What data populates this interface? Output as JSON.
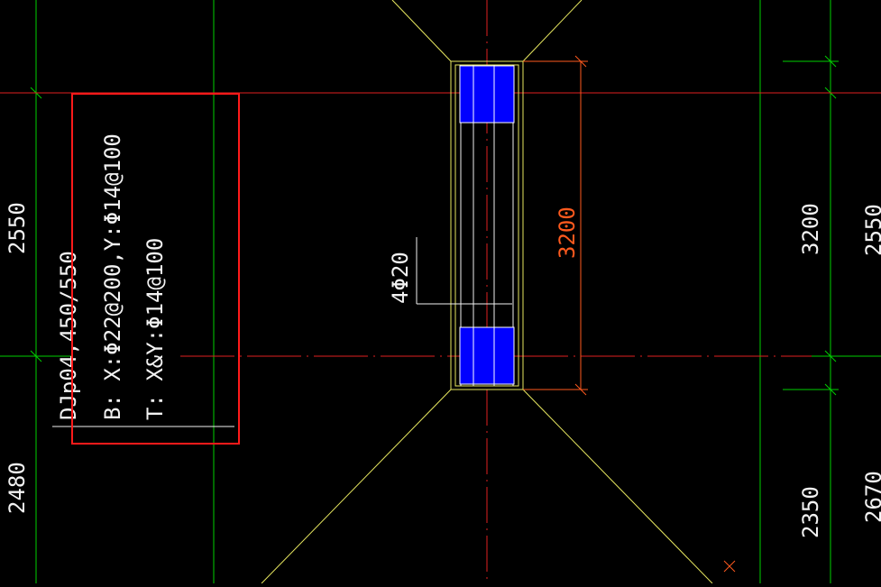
{
  "drawing": {
    "footing_label": {
      "line1": "DJp04,450/550",
      "line2": "B: X:Φ22@200,Y:Φ14@100",
      "line3": "T: X&Y:Φ14@100"
    },
    "rebar_note": "4Φ20",
    "beam_dimension": "3200",
    "left_dims": [
      "2550",
      "2480"
    ],
    "right_dims": [
      "3200",
      "2550",
      "2350",
      "2670"
    ],
    "colors": {
      "background": "#000000",
      "grid_axis": "#00ff00",
      "footing_outline": "#ffff66",
      "axis_line": "#ff2020",
      "dimension": "#ff5a1e",
      "highlight_box": "#ff2020",
      "column_fill": "#0000ff",
      "text": "#f2f2f2"
    }
  }
}
